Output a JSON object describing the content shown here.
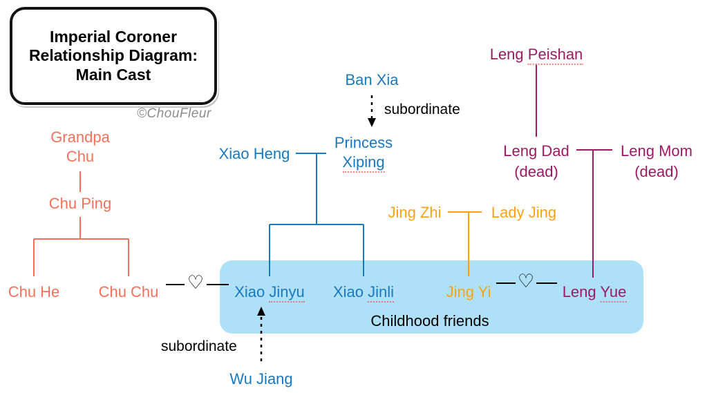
{
  "title": {
    "line1": "Imperial Coroner",
    "line2": "Relationship Diagram:",
    "line3": "Main Cast"
  },
  "watermark": "©ChouFleur",
  "colors": {
    "chu_family": "#F4705B",
    "xiao_family": "#1878C0",
    "jing_family": "#FFA212",
    "leng_family": "#9C1A63",
    "friends_box": "#AEE1F8",
    "annotation_text": "#000000"
  },
  "people": {
    "grandpa_chu": "Grandpa Chu",
    "chu_ping": "Chu Ping",
    "chu_he": "Chu He",
    "chu_chu": "Chu Chu",
    "ban_xia": "Ban Xia",
    "xiao_heng": "Xiao Heng",
    "princess_xiping": {
      "line1": "Princess",
      "line2": "Xiping"
    },
    "xiao_jinyu": {
      "first": "Xiao",
      "flagged": "Jinyu"
    },
    "xiao_jinli": {
      "first": "Xiao",
      "flagged": "Jinli"
    },
    "wu_jiang": "Wu Jiang",
    "jing_zhi": "Jing Zhi",
    "lady_jing": "Lady Jing",
    "jing_yi": "Jing Yi",
    "leng_peishan": {
      "first": "Leng",
      "flagged": "Peishan"
    },
    "leng_dad": "Leng Dad",
    "leng_mom": "Leng Mom",
    "dead_label": "(dead)",
    "leng_yue": {
      "first": "Leng",
      "flagged": "Yue"
    }
  },
  "annotations": {
    "subordinate_ban_xia": "subordinate",
    "subordinate_wu_jiang": "subordinate",
    "childhood_friends": "Childhood friends",
    "heart": "♡"
  }
}
